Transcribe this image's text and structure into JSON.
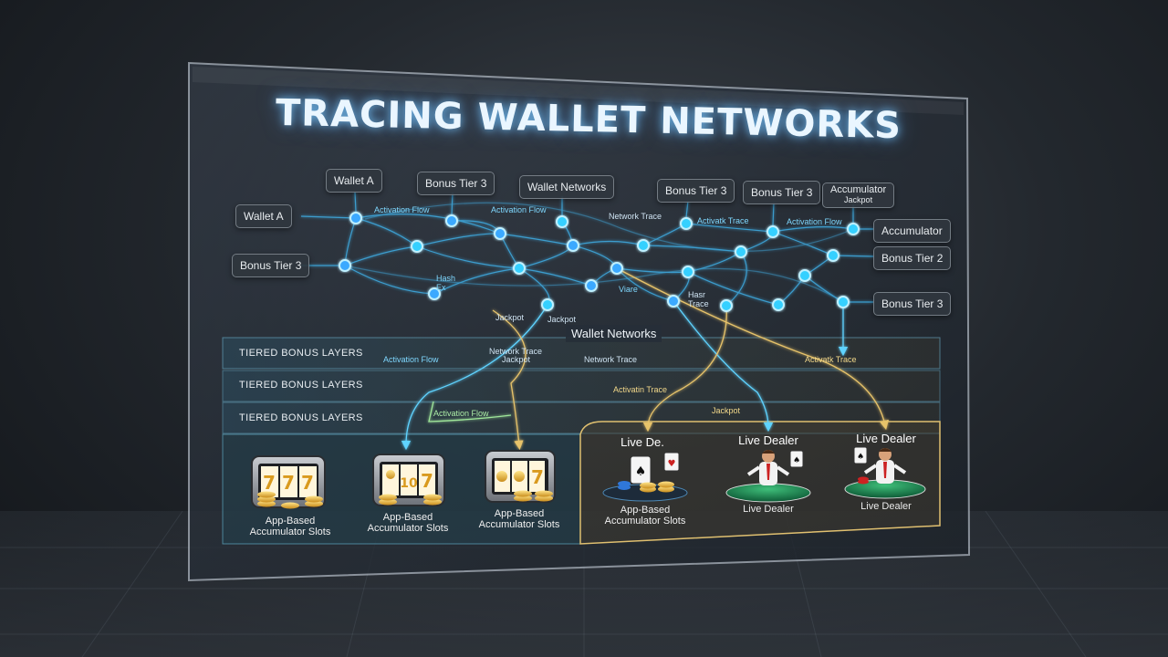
{
  "title": "TRACING WALLET NETWORKS",
  "left_nodes": [
    {
      "id": "wallet_a_left",
      "label": "Wallet A"
    },
    {
      "id": "bonus_tier3_left",
      "label": "Bonus Tier 3"
    }
  ],
  "top_nodes": [
    {
      "id": "wallet_a_top",
      "label": "Wallet A"
    },
    {
      "id": "bonus_tier3_top1",
      "label": "Bonus Tier 3"
    },
    {
      "id": "wallet_networks_top",
      "label": "Wallet Networks"
    },
    {
      "id": "bonus_tier3_top2",
      "label": "Bonus Tier 3"
    },
    {
      "id": "bonus_tier3_top3",
      "label": "Bonus Tier 3"
    },
    {
      "id": "accumulator_jackpot_top",
      "label_line1": "Accumulator",
      "label_line2": "Jackpot"
    }
  ],
  "right_nodes": [
    {
      "id": "accumulator_right",
      "label": "Accumulator"
    },
    {
      "id": "bonus_tier2_right",
      "label": "Bonus Tier 2"
    },
    {
      "id": "bonus_tier3_right",
      "label": "Bonus Tier 3"
    }
  ],
  "flow_labels": {
    "activation_flow_1": "Activation Flow",
    "activation_flow_2": "Activation Flow",
    "network_trace_1": "Network Trace",
    "activation_trace_1": "Activatk Trace",
    "activation_flow_3": "Activation Flow",
    "hash_label": "Hash\nEx",
    "jackpot_1": "Jackpot",
    "jackpot_2": "Jackpot",
    "flow_mid": "Viare",
    "hash_trace": "Hasr\nTrace"
  },
  "section_title": "Wallet Networks",
  "layers": [
    "TIERED BONUS LAYERS",
    "TIERED BONUS LAYERS",
    "TIERED BONUS LAYERS"
  ],
  "layer_flow_labels": {
    "activation_flow_a": "Activation Flow",
    "network_trace_a": "Network Trace",
    "jackpot_a": "Jackpot",
    "network_trace_b": "Network Trace",
    "activation_trace_a": "Activatk Trace",
    "activation_trace_b": "Activatin Trace",
    "jackpot_b": "Jackpot",
    "activation_flow_b": "Activation Flow"
  },
  "slots": [
    {
      "caption_line1": "App-Based",
      "caption_line2": "Accumulator Slots"
    },
    {
      "caption_line1": "App-Based",
      "caption_line2": "Accumulator Slots"
    },
    {
      "caption_line1": "App-Based",
      "caption_line2": "Accumulator Slots"
    }
  ],
  "dealers": [
    {
      "label": "Live De.",
      "caption_line1": "App-Based",
      "caption_line2": "Accumulator Slots"
    },
    {
      "label": "Live Dealer",
      "caption": "Live Dealer"
    },
    {
      "label": "Live Dealer",
      "caption": "Live Dealer"
    }
  ],
  "colors": {
    "node": "#33b6ff",
    "node_glow": "#7fe0ff",
    "gold": "#e7c36a",
    "cyan": "#5fd3ff"
  },
  "icons": [
    "slot-machine-icon",
    "coin-stack-icon",
    "playing-card-icon",
    "live-dealer-icon",
    "poker-chip-icon"
  ]
}
